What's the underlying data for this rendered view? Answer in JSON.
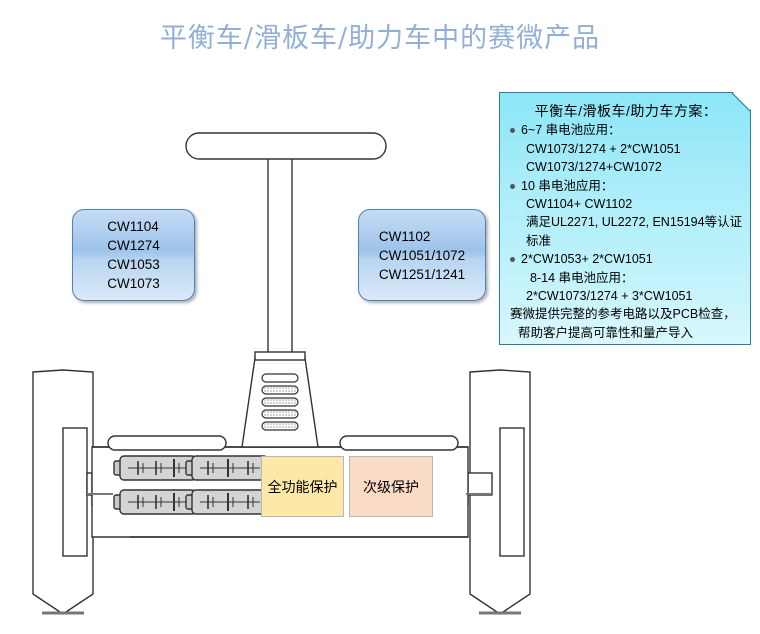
{
  "title": "平衡车/滑板车/助力车中的赛微产品",
  "title_color": "#94afd6",
  "callouts": {
    "left": {
      "name": "left-product-list",
      "lines": [
        "CW1104",
        "CW1274",
        "CW1053",
        "CW1073"
      ],
      "text": "CW1104\nCW1274\nCW1053\nCW1073"
    },
    "right": {
      "name": "right-product-list",
      "lines": [
        "CW1102",
        "CW1051/1072",
        "CW1251/1241"
      ],
      "text": "CW1102\nCW1051/1072\nCW1251/1241"
    }
  },
  "info_panel": {
    "heading": "平衡车/滑板车/助力车方案：",
    "bullets": [
      {
        "label": "6~7 串电池应用：",
        "sub": [
          "CW1073/1274 + 2*CW1051",
          "CW1073/1274+CW1072"
        ]
      },
      {
        "label": "10 串电池应用：",
        "sub": [
          "CW1104+ CW1102",
          "满足UL2271, UL2272, EN15194等认证标准"
        ]
      },
      {
        "label": "2*CW1053+ 2*CW1051",
        "sub": [
          "8-14 串电池应用：",
          "2*CW1073/1274 + 3*CW1051"
        ]
      }
    ],
    "footer_line1": "赛微提供完整的参考电路以及PCB检查，",
    "footer_line2": "帮助客户提高可靠性和量产导入",
    "bg_color": "#a9ecf9",
    "border_color": "#2f7e92"
  },
  "protection": {
    "main": {
      "label": "全功能保护",
      "color": "#fde8a8"
    },
    "secondary": {
      "label": "次级保护",
      "color": "#fadcc6"
    }
  },
  "vehicle": {
    "name": "self-balancing-scooter-diagram",
    "battery_count": 4,
    "vent_slot_count": 5,
    "line_color": "#333333",
    "battery_fill": "#d4d4d4"
  }
}
